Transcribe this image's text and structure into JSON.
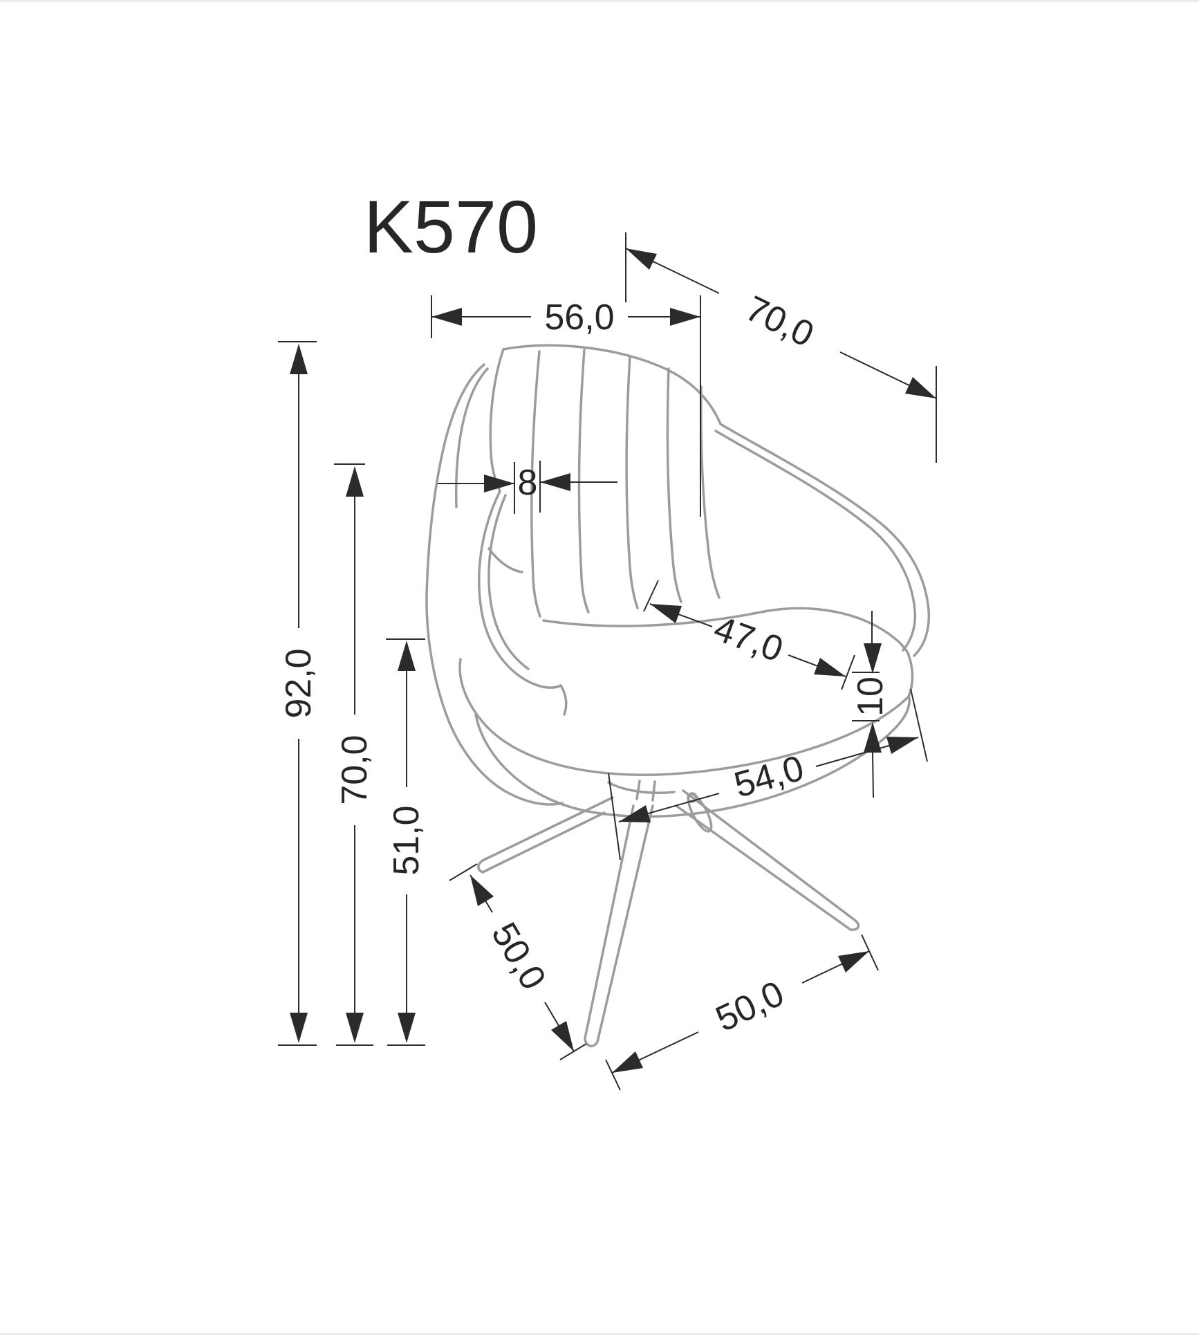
{
  "title": "K570",
  "colors": {
    "drawing_stroke": "#9c9c9c",
    "dimension_color": "#2b2b2b",
    "background": "#ffffff",
    "frame_border": "#ececec"
  },
  "units_note": "cm, decimal comma notation",
  "dims": {
    "back_width": "56,0",
    "total_depth": "70,0",
    "back_gap": "8",
    "total_height": "92,0",
    "backrest_height": "70,0",
    "seat_height": "51,0",
    "seat_depth": "47,0",
    "seat_thickness": "10",
    "seat_width": "54,0",
    "leg_side_length": "50,0",
    "leg_front_span": "50,0"
  }
}
